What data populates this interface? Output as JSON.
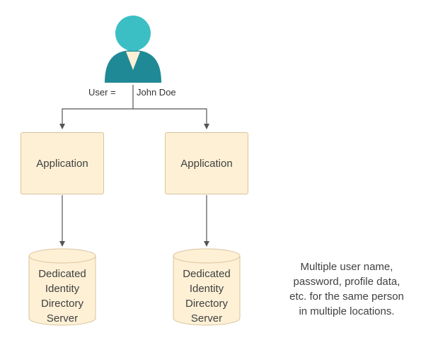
{
  "user": {
    "icon": "person-icon",
    "label_left": "User =",
    "label_right": "John Doe",
    "color_head": "#3bbfc5",
    "color_body": "#1f8a96"
  },
  "nodes": {
    "apps": [
      {
        "label": "Application"
      },
      {
        "label": "Application"
      }
    ],
    "databases": [
      {
        "lines": [
          "Dedicated",
          "Identity",
          "Directory",
          "Server"
        ]
      },
      {
        "lines": [
          "Dedicated",
          "Identity",
          "Directory",
          "Server"
        ]
      }
    ]
  },
  "note": {
    "lines": [
      "Multiple user name,",
      "password, profile data,",
      "etc. for the same person",
      "in multiple locations."
    ]
  },
  "colors": {
    "box_fill": "#fdf0d5",
    "box_stroke": "#d9c39a",
    "connector": "#555555"
  }
}
